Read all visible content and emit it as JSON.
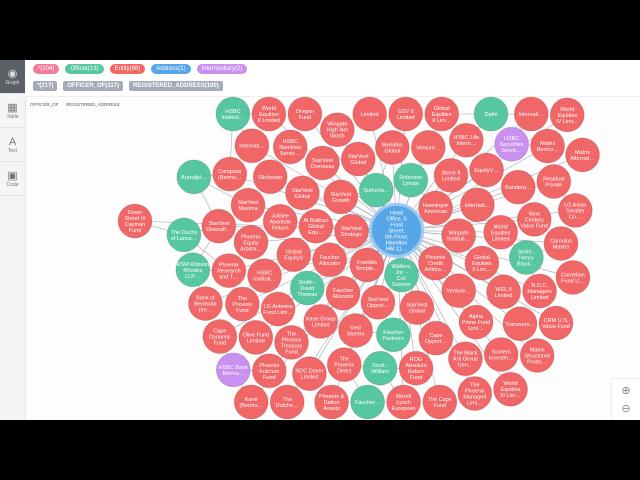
{
  "sidebar": {
    "items": [
      {
        "label": "Graph",
        "icon": "graph-icon",
        "active": true
      },
      {
        "label": "Table",
        "icon": "table-icon"
      },
      {
        "label": "Text",
        "icon": "text-icon"
      },
      {
        "label": "Code",
        "icon": "code-icon"
      }
    ]
  },
  "legend": {
    "labels": [
      {
        "text": "*(104)",
        "color": "#f17d9b"
      },
      {
        "text": "Officer(13)",
        "color": "#57c7a0"
      },
      {
        "text": "Entity(88)",
        "color": "#f16667"
      },
      {
        "text": "Address(1)",
        "color": "#57a7e8"
      },
      {
        "text": "Intermediary(2)",
        "color": "#c990f0"
      }
    ],
    "relationships": [
      "*(217)",
      "OFFICER_OF(117)",
      "REGISTERED_ADDRESS(100)"
    ]
  },
  "colors": {
    "Officer": "#57c7a0",
    "Entity": "#f16667",
    "Address": "#57a7e8",
    "Intermediary": "#c990f0",
    "edge": "#a5abb6"
  },
  "edge_labels": [
    "OFFICER_OF",
    "REGISTERED_ADDRESS"
  ],
  "nodes": [
    {
      "label": "Head Office, 6 Front Street; 5th Floor; Hamilton HM 11…",
      "type": "Address"
    },
    {
      "label": "HSBC Instituti…",
      "type": "Officer"
    },
    {
      "label": "Arandjel…",
      "type": "Officer"
    },
    {
      "label": "The Duchy of Lanca…",
      "type": "Officer"
    },
    {
      "label": "RSM Robson Rhodes LLP…",
      "type": "Officer"
    },
    {
      "label": "Smith - David Thomas",
      "type": "Officer"
    },
    {
      "label": "Sutherla…",
      "type": "Officer"
    },
    {
      "label": "Walters, Jnr. - Col. Sumner",
      "type": "Officer"
    },
    {
      "label": "Scott - William",
      "type": "Officer"
    },
    {
      "label": "Smith - Henry Black…",
      "type": "Officer"
    },
    {
      "label": "Robinson Lyman",
      "type": "Officer"
    },
    {
      "label": "Faucher…",
      "type": "Officer"
    },
    {
      "label": "Dathi",
      "type": "Officer"
    },
    {
      "label": "Faucher Partners",
      "type": "Officer"
    },
    {
      "label": "HSBC Securities Servic…",
      "type": "Intermediary"
    },
    {
      "label": "HSBC Bank Bermu…",
      "type": "Intermediary"
    },
    {
      "label": "Dover Street Vi Cayman Fund",
      "type": "Entity"
    },
    {
      "label": "Compass (Bermu…",
      "type": "Entity"
    },
    {
      "label": "Silchester",
      "type": "Entity"
    },
    {
      "label": "Internati…",
      "type": "Entity"
    },
    {
      "label": "World Equities II Limited",
      "type": "Entity"
    },
    {
      "label": "HSBC Nominee Servic…",
      "type": "Entity"
    },
    {
      "label": "Oregon Fund",
      "type": "Entity"
    },
    {
      "label": "Wingate High Net Worth",
      "type": "Entity"
    },
    {
      "label": "StarVest Global",
      "type": "Entity"
    },
    {
      "label": "StarVest Overseas",
      "type": "Entity"
    },
    {
      "label": "Limited",
      "type": "Entity"
    },
    {
      "label": "GSV II Limited",
      "type": "Entity"
    },
    {
      "label": "Global Equities II Lim…",
      "type": "Entity"
    },
    {
      "label": "Meridian Global",
      "type": "Entity"
    },
    {
      "label": "Venture…",
      "type": "Entity"
    },
    {
      "label": "EquityV…",
      "type": "Entity"
    },
    {
      "label": "Bandera…",
      "type": "Entity"
    },
    {
      "label": "Matrix Bermu…",
      "type": "Entity"
    },
    {
      "label": "Matrix Alternat…",
      "type": "Entity"
    },
    {
      "label": "World Equities IV Limi…",
      "type": "Entity"
    },
    {
      "label": "HSBC Life Intern…",
      "type": "Entity"
    },
    {
      "label": "Residual Private",
      "type": "Entity"
    },
    {
      "label": "Stone II Limited",
      "type": "Entity"
    },
    {
      "label": "Internati…",
      "type": "Entity"
    },
    {
      "label": "Hoeninger American",
      "type": "Entity"
    },
    {
      "label": "Wingate Instituti…",
      "type": "Entity"
    },
    {
      "label": "World Equities Limited",
      "type": "Entity"
    },
    {
      "label": "Next Century Value Fund",
      "type": "Entity"
    },
    {
      "label": "LG Asian Smaller Co…",
      "type": "Entity"
    },
    {
      "label": "Global Equities II Lim…",
      "type": "Entity"
    },
    {
      "label": "Camulos Master",
      "type": "Entity"
    },
    {
      "label": "Carnelian Fund U…",
      "type": "Entity"
    },
    {
      "label": "Phoenix Credit Arbitra…",
      "type": "Entity"
    },
    {
      "label": "Venture…",
      "type": "Entity"
    },
    {
      "label": "WEL II Limited",
      "type": "Entity"
    },
    {
      "label": "N.D.C. Managers Limited",
      "type": "Entity"
    },
    {
      "label": "Transvers…",
      "type": "Entity"
    },
    {
      "label": "CRM U.S. Value Fund",
      "type": "Entity"
    },
    {
      "label": "Alpha Prime Fund Limi…",
      "type": "Entity"
    },
    {
      "label": "Matrix Structured Produ…",
      "type": "Entity"
    },
    {
      "label": "Somers Investm…",
      "type": "Entity"
    },
    {
      "label": "Cape Opport…",
      "type": "Entity"
    },
    {
      "label": "The Black Ant Group Gen…",
      "type": "Entity"
    },
    {
      "label": "World Equities III Lim…",
      "type": "Entity"
    },
    {
      "label": "The Phoenix Managed Limi…",
      "type": "Entity"
    },
    {
      "label": "The Cape Fund",
      "type": "Entity"
    },
    {
      "label": "ROG Absolute Return Fund",
      "type": "Entity"
    },
    {
      "label": "Merrill Lynch European",
      "type": "Entity"
    },
    {
      "label": "Pimento & Dalton Assets",
      "type": "Entity"
    },
    {
      "label": "StarVest Global",
      "type": "Entity"
    },
    {
      "label": "StarVest Opport…",
      "type": "Entity"
    },
    {
      "label": "Vest Starmo",
      "type": "Entity"
    },
    {
      "label": "The Phoenix Direct",
      "type": "Entity"
    },
    {
      "label": "Kane Group Limited",
      "type": "Entity"
    },
    {
      "label": "Faucher Allocator",
      "type": "Entity"
    },
    {
      "label": "Franklin Temple…",
      "type": "Entity"
    },
    {
      "label": "Faucher Allocator",
      "type": "Entity"
    },
    {
      "label": "StarVest Strategic",
      "type": "Entity"
    },
    {
      "label": "Global EquityV",
      "type": "Entity"
    },
    {
      "label": "Al Bukhari Global Equ…",
      "type": "Entity"
    },
    {
      "label": "StarVest Growth",
      "type": "Entity"
    },
    {
      "label": "StarVest Global",
      "type": "Entity"
    },
    {
      "label": "StarVest Maxima",
      "type": "Entity"
    },
    {
      "label": "StarVest Diversifi…",
      "type": "Entity"
    },
    {
      "label": "Jubilee Absolute Return",
      "type": "Entity"
    },
    {
      "label": "Phoenix Equity Arbitra…",
      "type": "Entity"
    },
    {
      "label": "Phoenix Research and T…",
      "type": "Entity"
    },
    {
      "label": "HSBC Instituti…",
      "type": "Entity"
    },
    {
      "label": "LG Antenna Fund Limi…",
      "type": "Entity"
    },
    {
      "label": "The Phoenix Fund",
      "type": "Entity"
    },
    {
      "label": "Bank of Bermuda (Ire…",
      "type": "Entity"
    },
    {
      "label": "Cape Dynamic Fund",
      "type": "Entity"
    },
    {
      "label": "Olive Fund Limited",
      "type": "Entity"
    },
    {
      "label": "The Phoenix Treasury Fund",
      "type": "Entity"
    },
    {
      "label": "Phoenix Fulcrum Fund",
      "type": "Entity"
    },
    {
      "label": "NDC Dover Limited",
      "type": "Entity"
    },
    {
      "label": "Kane (Bermu…",
      "type": "Entity"
    },
    {
      "label": "The Dutche…",
      "type": "Entity"
    },
    {
      "label": "Internati…",
      "type": "Entity"
    }
  ],
  "zoom": {
    "in": "zoom-in",
    "out": "zoom-out"
  }
}
